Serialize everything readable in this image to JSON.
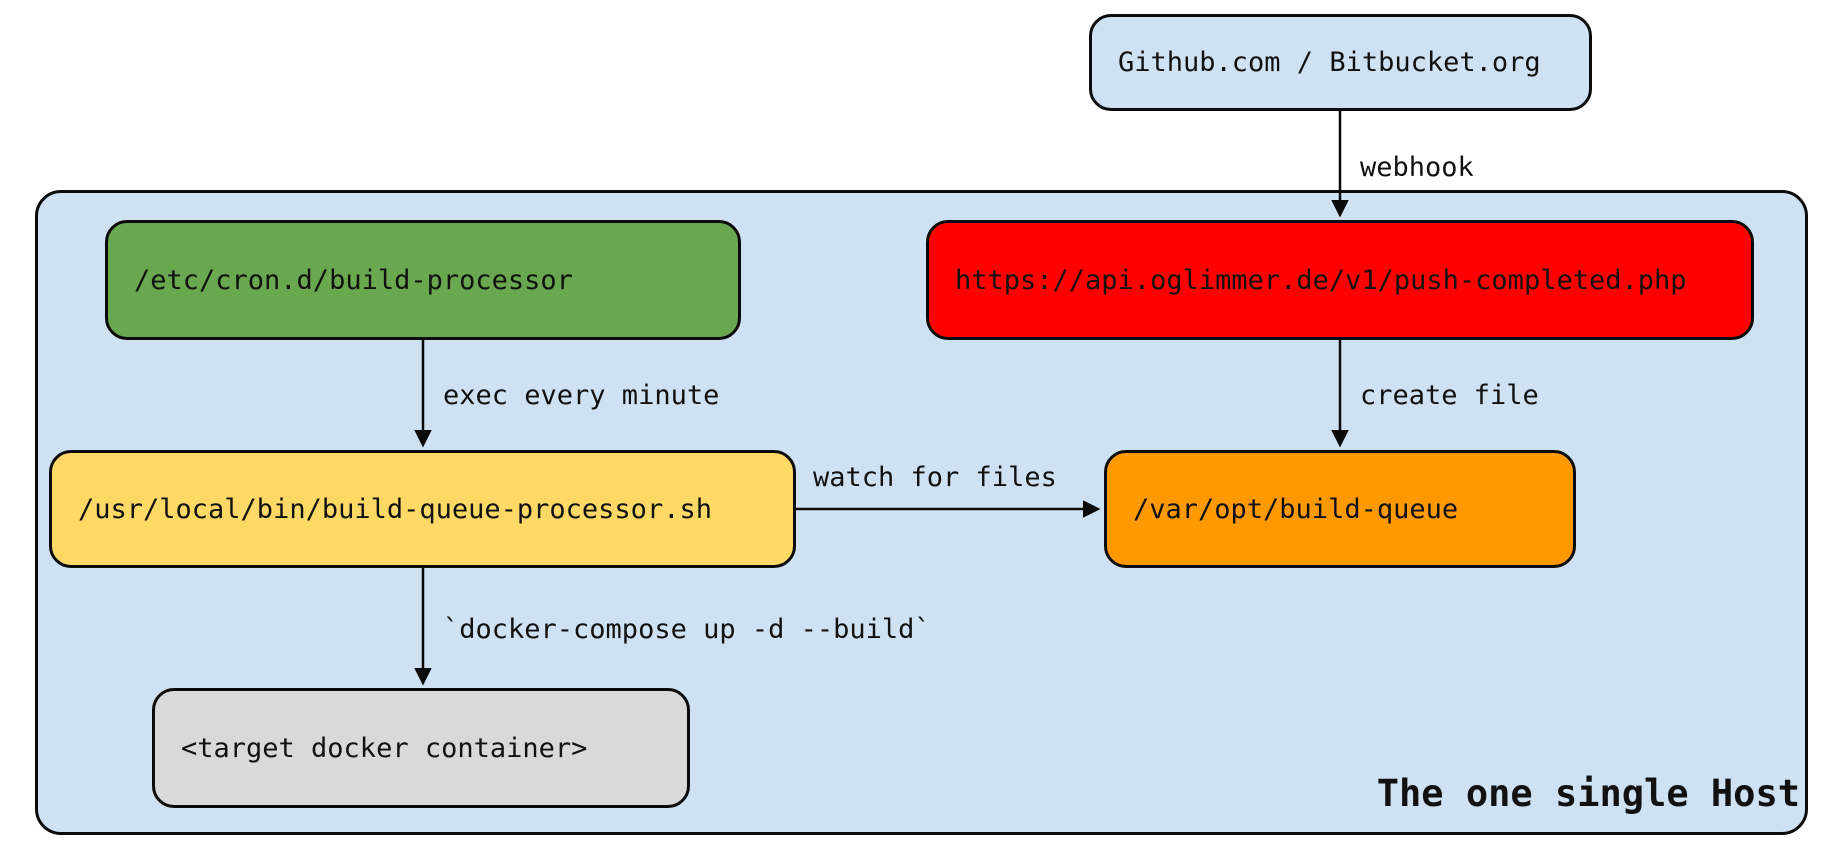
{
  "diagram": {
    "external_source": {
      "label": "Github.com / Bitbucket.org"
    },
    "host": {
      "caption": "The one single Host"
    },
    "nodes": {
      "push_endpoint": {
        "label": "https://api.oglimmer.de/v1/push-completed.php",
        "color": "#fe0000"
      },
      "cron_file": {
        "label": "/etc/cron.d/build-processor",
        "color": "#6aa84f"
      },
      "queue_processor": {
        "label": "/usr/local/bin/build-queue-processor.sh",
        "color": "#ffd966"
      },
      "build_queue_dir": {
        "label": "/var/opt/build-queue",
        "color": "#ff9900"
      },
      "docker_container": {
        "label": "<target docker container>",
        "color": "#d9d9d9"
      }
    },
    "edges": {
      "webhook": {
        "label": "webhook"
      },
      "create_file": {
        "label": "create file"
      },
      "exec_every_minute": {
        "label": "exec every minute"
      },
      "watch_for_files": {
        "label": "watch for files"
      },
      "docker_compose": {
        "label": "`docker-compose up -d --build`"
      }
    },
    "colors": {
      "page_background": "#ffffff",
      "host_fill": "#cfe2f3",
      "external_fill": "#cfe2f3",
      "stroke": "#0b0b0b",
      "text": "#111111"
    }
  }
}
